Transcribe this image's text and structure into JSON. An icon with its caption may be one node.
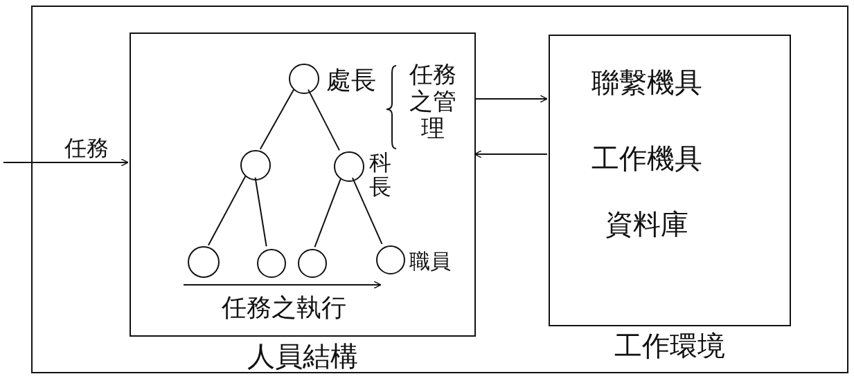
{
  "diagram": {
    "nodes": [
      {
        "text": [],
        "shape": "box"
      },
      {
        "text": [
          "人員結構"
        ],
        "in": 0
      },
      {
        "text": [
          "聯繫機具",
          "工作機具",
          "資料庫",
          "工作環境"
        ],
        "in": 0
      },
      {
        "text": [],
        "shape": "circle",
        "in": 1,
        "beside": [
          "處長"
        ]
      },
      {
        "text": [],
        "shape": "circle",
        "in": 1
      },
      {
        "text": [],
        "shape": "circle",
        "in": 1,
        "beside": [
          "科長"
        ]
      },
      {
        "text": [],
        "shape": "circle",
        "in": 1
      },
      {
        "text": [],
        "shape": "circle",
        "in": 1
      },
      {
        "text": [],
        "shape": "circle",
        "in": 1
      },
      {
        "text": [],
        "shape": "circle",
        "in": 1,
        "beside": [
          "職員"
        ]
      }
    ],
    "edges": [
      {
        "from": null,
        "to": 1,
        "arrow": "to",
        "label": "任務"
      },
      {
        "from": 1,
        "to": 2,
        "arrow": "to"
      },
      {
        "from": 2,
        "to": 1,
        "arrow": "to"
      },
      {
        "from": 3,
        "to": 4,
        "arrow": "none"
      },
      {
        "from": 3,
        "to": 5,
        "arrow": "none"
      },
      {
        "from": 4,
        "to": 6,
        "arrow": "none"
      },
      {
        "from": 4,
        "to": 7,
        "arrow": "none"
      },
      {
        "from": 5,
        "to": 8,
        "arrow": "none"
      },
      {
        "from": 5,
        "to": 9,
        "arrow": "none"
      }
    ],
    "labels": [
      "任務之管理",
      "任務之執行"
    ]
  }
}
